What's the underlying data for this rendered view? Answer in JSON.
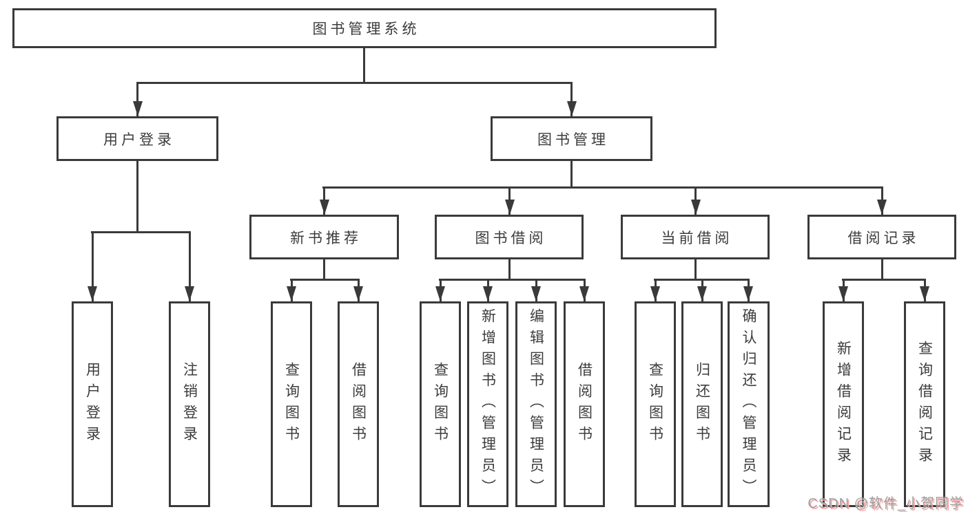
{
  "colors": {
    "line": "#3a3a3a",
    "text": "#3c3c3c",
    "node_background": "#ffffff",
    "watermark_text": "#9f9f9f",
    "watermark_shadow": "#f5a8a8"
  },
  "nodes": {
    "root": "图书管理系统",
    "level2": [
      "用户登录",
      "图书管理"
    ],
    "level3": [
      "新书推荐",
      "图书借阅",
      "当前借阅",
      "借阅记录"
    ],
    "leaves": [
      "用户登录",
      "注销登录",
      "查询图书",
      "借阅图书",
      "查询图书",
      "新增图书（管理员）",
      "编辑图书（管理员）",
      "借阅图书",
      "查询图书",
      "归还图书",
      "确认归还（管理员）",
      "新增借阅记录",
      "查询借阅记录"
    ]
  },
  "watermark": "CSDN @软件_小贺同学"
}
